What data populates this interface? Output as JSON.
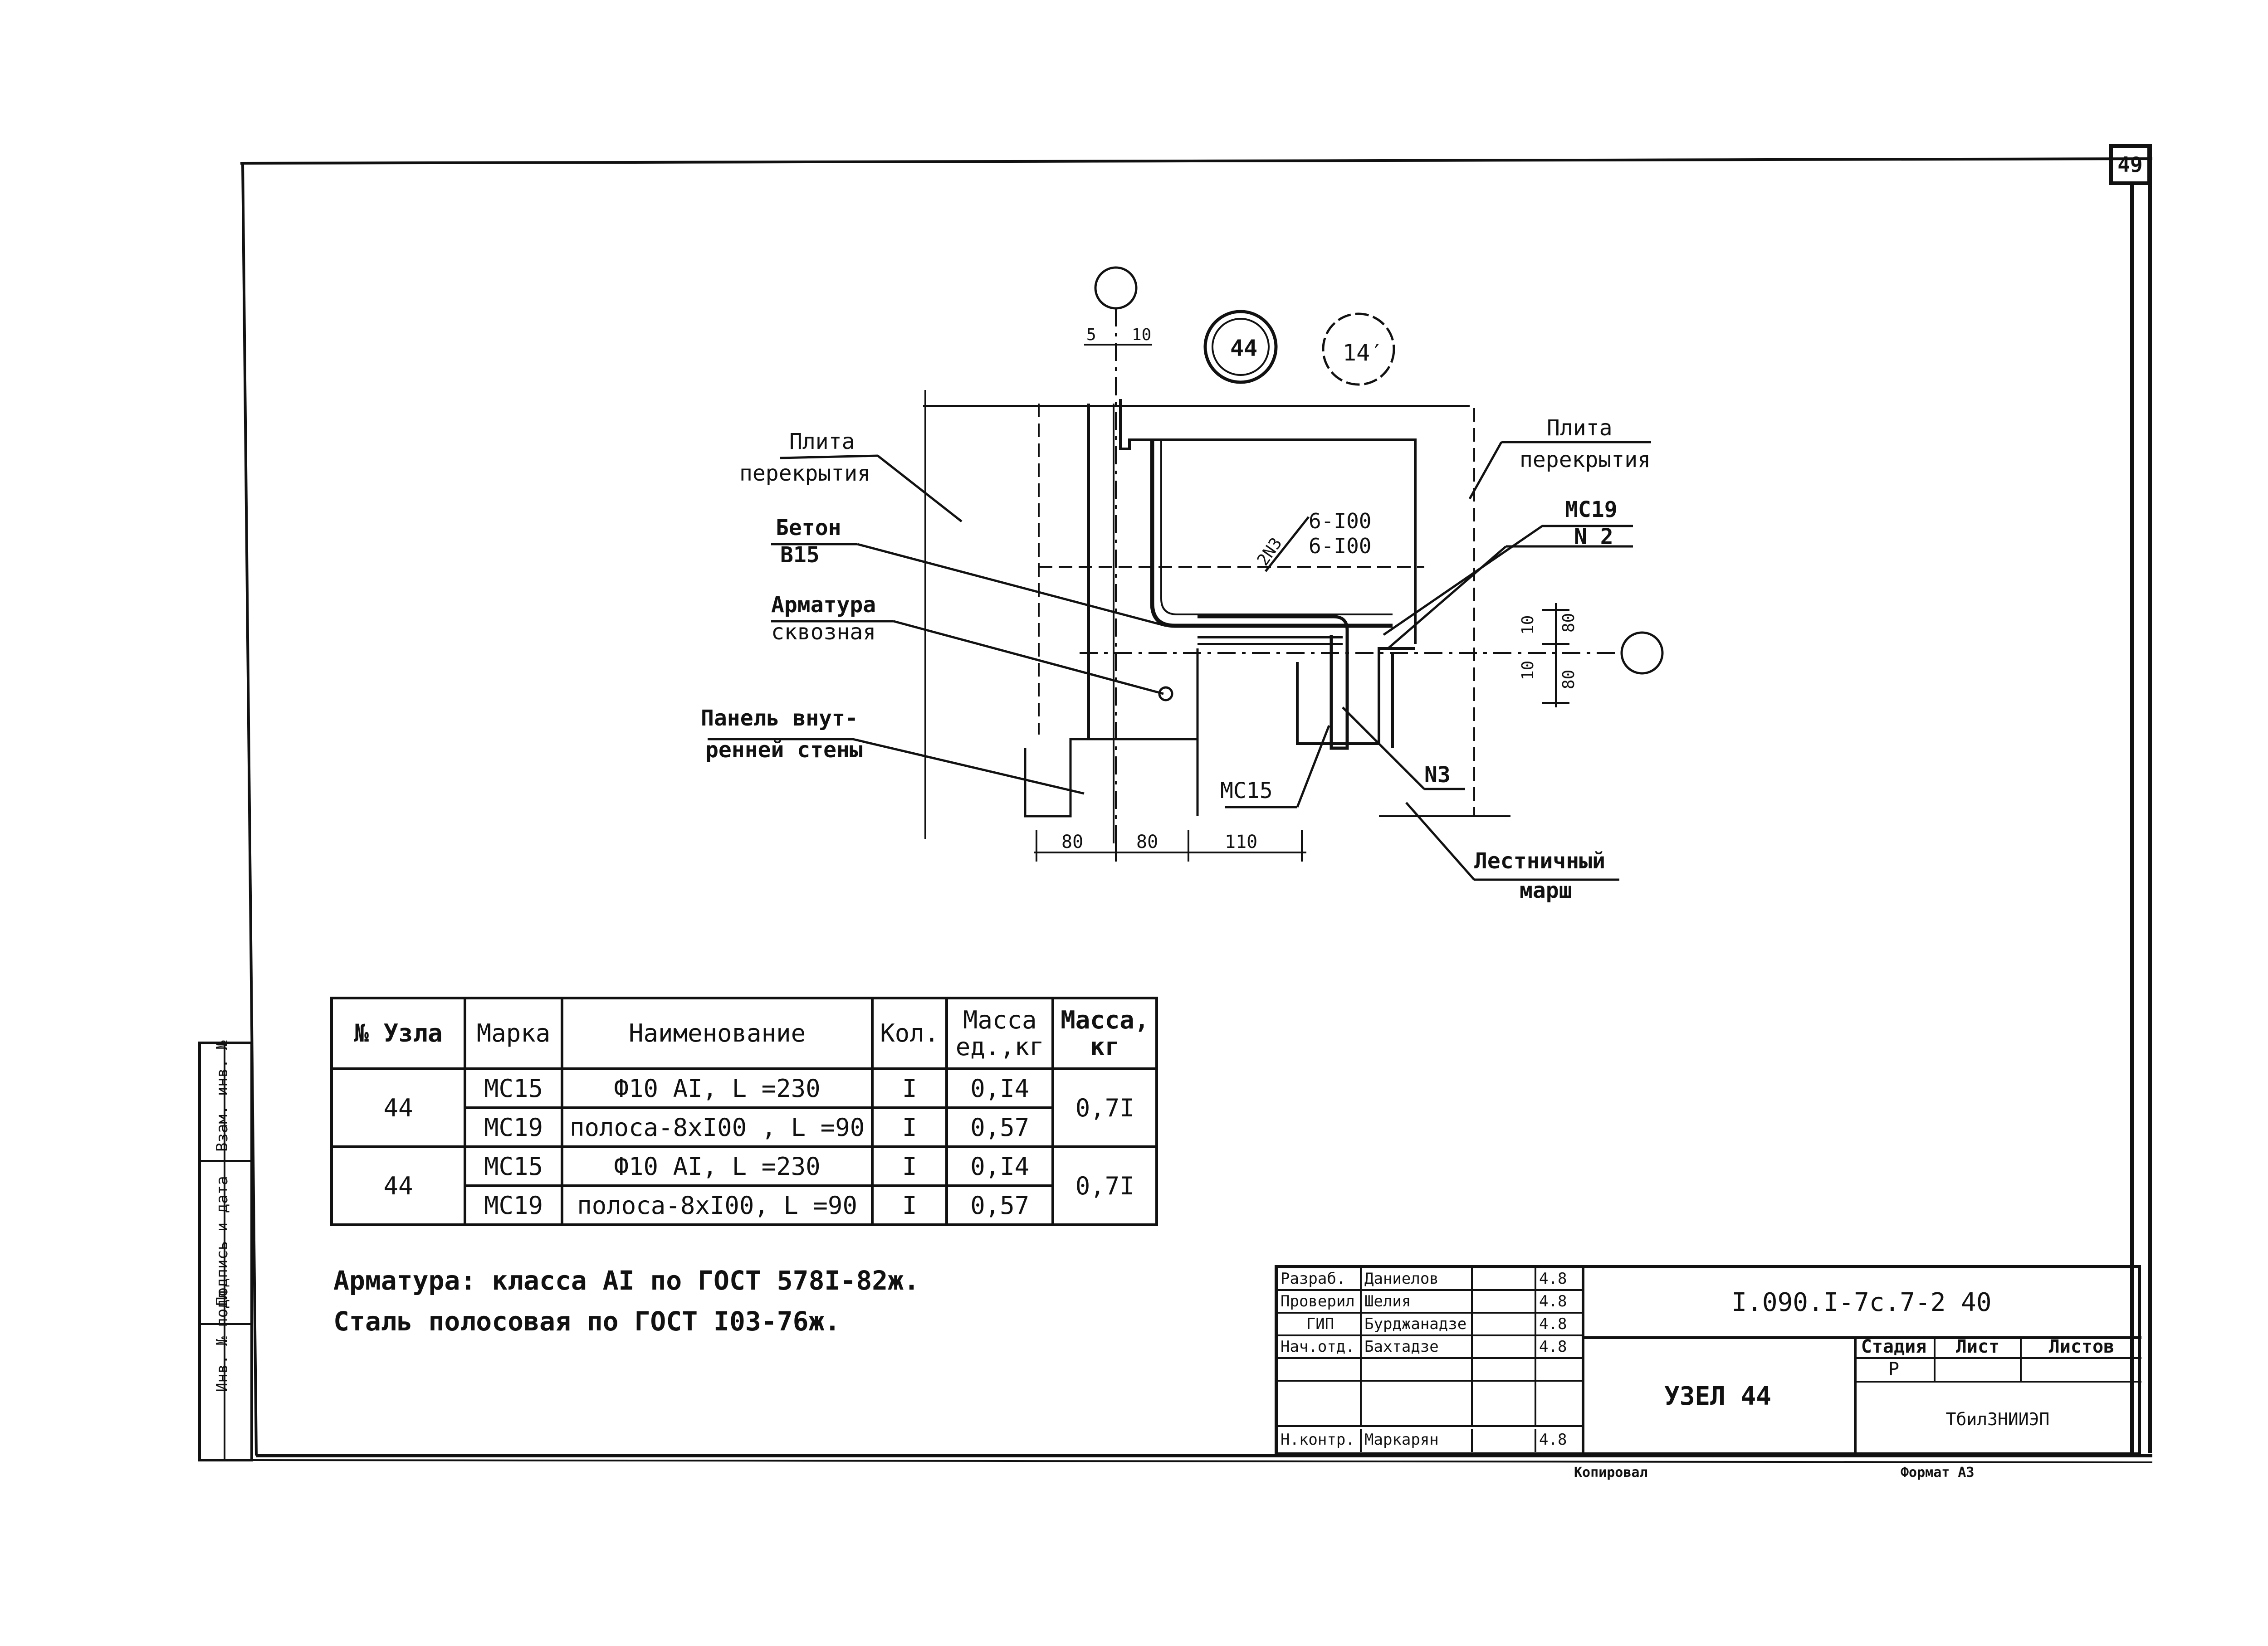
{
  "sheet": {
    "number": "49"
  },
  "drawing": {
    "callouts": {
      "node1": "44",
      "node2": "14′"
    },
    "dims_top": {
      "d1": "5",
      "d2": "10"
    },
    "dims_bottom": {
      "d1": "80",
      "d2": "80",
      "d3": "110"
    },
    "dims_right": {
      "d1": "10",
      "d2": "80",
      "d3": "10",
      "d4": "80"
    },
    "weld_labels": {
      "count": "2N3",
      "w1": "6-I00",
      "w2": "6-I00"
    },
    "labels": {
      "slab_left_1": "Плита",
      "slab_left_2": "перекрытия",
      "concrete_1": "Бетон",
      "concrete_2": "В15",
      "rebar_1": "Арматура",
      "rebar_2": "сквозная",
      "panel_1": "Панель внут-",
      "panel_2": "ренней стены",
      "slab_right_1": "Плита",
      "slab_right_2": "перекрытия",
      "mc19": "МС19",
      "n2": "N 2",
      "n3": "N3",
      "mc15": "МС15",
      "stair_1": "Лестничный",
      "stair_2": "марш"
    }
  },
  "spec_table": {
    "headers": {
      "node": "№ Узла",
      "mark": "Марка",
      "name": "Наименование",
      "qty": "Кол.",
      "unit_mass": "Масса ед.,кг",
      "mass": "Масса, кг"
    },
    "groups": [
      {
        "node": "44",
        "total": "0,7I",
        "rows": [
          {
            "mark": "МС15",
            "name": "Ф10 AI, L =230",
            "qty": "I",
            "unit_mass": "0,I4"
          },
          {
            "mark": "МС19",
            "name": "полоса-8хI00 , L =90",
            "qty": "I",
            "unit_mass": "0,57"
          }
        ]
      },
      {
        "node": "44",
        "total": "0,7I",
        "rows": [
          {
            "mark": "МС15",
            "name": "Ф10 AI, L =230",
            "qty": "I",
            "unit_mass": "0,I4"
          },
          {
            "mark": "МС19",
            "name": "полоса-8хI00, L =90",
            "qty": "I",
            "unit_mass": "0,57"
          }
        ]
      }
    ]
  },
  "notes": {
    "line1": "Арматура: класса AI по ГОСТ 578I-82ж.",
    "line2": "Сталь полосовая по ГОСТ I03-76ж."
  },
  "side_stamp": {
    "s1": "Инв. № подл.",
    "s2": "Подпись и дата",
    "s3": "Взам. инв. №"
  },
  "title_block": {
    "rows": [
      {
        "role": "Разраб.",
        "name": "Даниелов",
        "date": "4.8"
      },
      {
        "role": "Проверил",
        "name": "Шелия",
        "date": "4.8"
      },
      {
        "role": "ГИП",
        "name": "Бурджанадзе",
        "date": "4.8"
      },
      {
        "role": "Нач.отд.",
        "name": "Бахтадзе",
        "date": "4.8"
      },
      {
        "role": "",
        "name": "",
        "date": ""
      },
      {
        "role": "",
        "name": "",
        "date": ""
      },
      {
        "role": "Н.контр.",
        "name": "Маркарян",
        "date": "4.8"
      }
    ],
    "code": "I.090.I-7с.7-2 40",
    "title": "УЗЕЛ 44",
    "stage_header": "Стадия",
    "sheet_header": "Лист",
    "sheets_header": "Листов",
    "stage_value": "Р",
    "organization": "ТбилЗНИИЭП"
  },
  "footer": {
    "copied": "Копировал",
    "format": "Формат А3"
  }
}
